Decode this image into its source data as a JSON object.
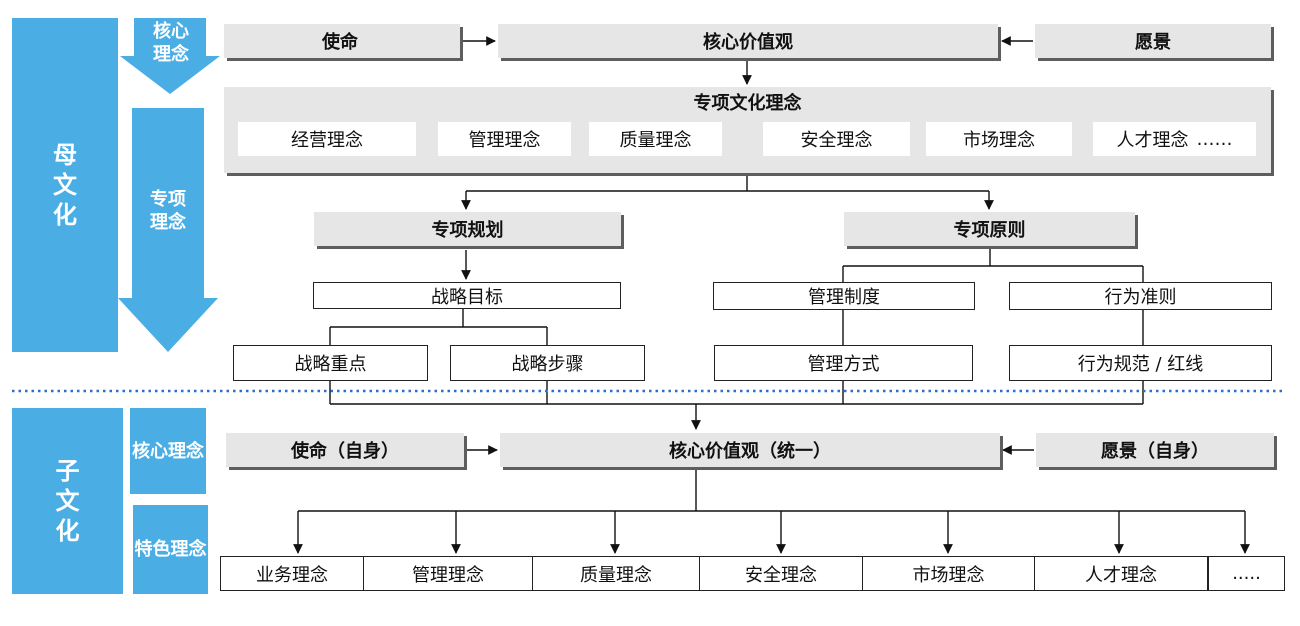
{
  "side": {
    "mother": "母文化",
    "child": "子文化",
    "core_concept": "核心理念",
    "special_concept": "专项理念",
    "feature_concept": "特色理念"
  },
  "top": {
    "mission": "使命",
    "core_values": "核心价值观",
    "vision": "愿景",
    "special_culture": {
      "title": "专项文化理念",
      "items": [
        "经营理念",
        "管理理念",
        "质量理念",
        "安全理念",
        "市场理念",
        "人才理念",
        "……"
      ]
    },
    "planning": "专项规划",
    "principles": "专项原则",
    "strategic_goal": "战略目标",
    "strategic_focus": "战略重点",
    "strategic_steps": "战略步骤",
    "mgmt_system": "管理制度",
    "code_of_conduct": "行为准则",
    "mgmt_method": "管理方式",
    "conduct_norms": "行为规范 / 红线"
  },
  "bottom": {
    "mission_self": "使命（自身）",
    "core_values_unified": "核心价值观（统一）",
    "vision_self": "愿景（自身）",
    "items": [
      "业务理念",
      "管理理念",
      "质量理念",
      "安全理念",
      "市场理念",
      "人才理念",
      "....."
    ]
  }
}
